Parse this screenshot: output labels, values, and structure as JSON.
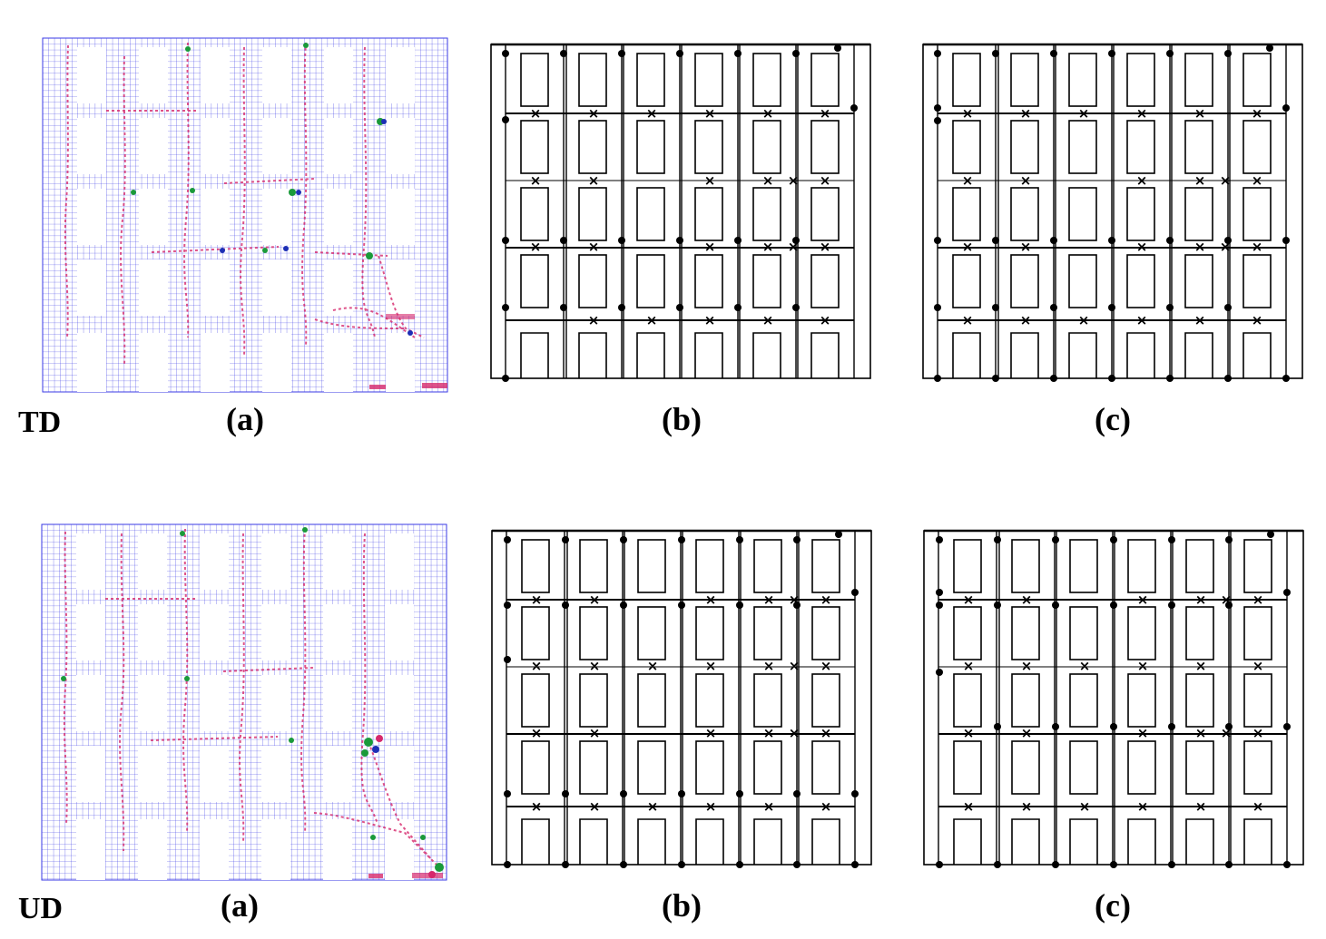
{
  "rows": [
    {
      "label": "TD",
      "panel_labels": [
        "(a)",
        "(b)",
        "(c)"
      ]
    },
    {
      "label": "UD",
      "panel_labels": [
        "(a)",
        "(b)",
        "(c)"
      ]
    }
  ],
  "colors": {
    "mesh": "#3a3ae6",
    "crack": "#d6286c",
    "crush_green": "#1a9a3a",
    "crush_blue": "#1d2fb5",
    "ink": "#000000",
    "background": "#ffffff"
  },
  "legend_icons": {
    "plastic_hinge": "filled-circle-icon",
    "shear_failure": "cross-mark-icon"
  }
}
